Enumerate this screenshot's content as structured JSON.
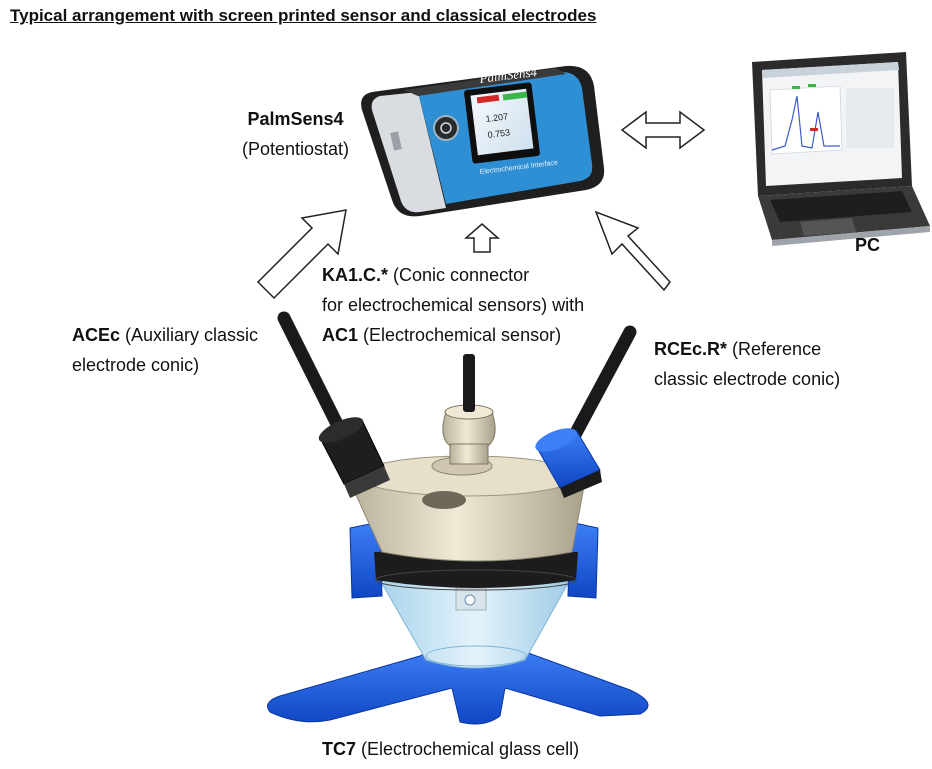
{
  "title": "Typical arrangement with screen printed sensor and classical electrodes",
  "device": {
    "brand": "PalmSens4",
    "screen_subtitle": "Electrochemical Interface",
    "screen_readout_1": "1.207",
    "screen_readout_2": "0.753",
    "name": "PalmSens4",
    "role": "(Potentiostat)"
  },
  "pc": {
    "name": "PC"
  },
  "connector": {
    "name": "KA1.C.*",
    "line1_rest": " (Conic connector",
    "line2": "for electrochemical sensors) with",
    "sensor_name": "AC1",
    "sensor_desc": " (Electrochemical sensor)"
  },
  "auxiliary": {
    "name": "ACEc",
    "line1_rest": " (Auxiliary classic",
    "line2": "electrode conic)"
  },
  "reference": {
    "name": "RCEc.R*",
    "line1_rest": " (Reference",
    "line2": "classic electrode conic)"
  },
  "cell": {
    "name": "TC7",
    "desc": " (Electrochemical glass cell)"
  },
  "colors": {
    "device_blue": "#2f8fd4",
    "device_body": "#1f1f1f",
    "clamp_blue": "#1a5fe0",
    "cap_beige": "#d9d2bd",
    "glass": "#c9e6f5"
  }
}
